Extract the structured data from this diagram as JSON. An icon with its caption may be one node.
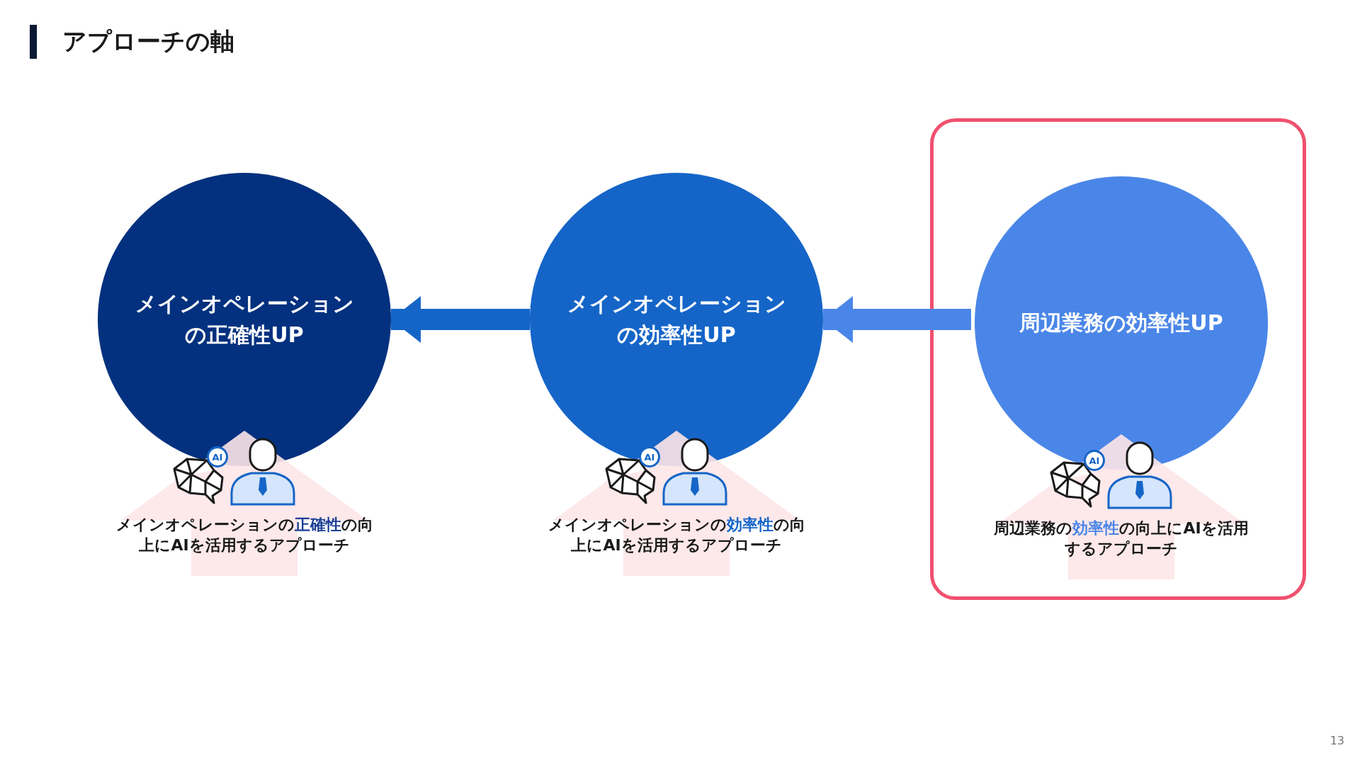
{
  "diagram": {
    "title": "アプローチの軸",
    "nodes": [
      {
        "text": [
          "メインオペレーションの正確性UP"
        ],
        "beside": [
          "メインオペレーションの**正確性**の向上にAIを活用するアプローチ"
        ]
      },
      {
        "text": [
          "メインオペレーションの効率性UP"
        ],
        "beside": [
          "メインオペレーションの**効率性**の向上にAIを活用するアプローチ"
        ]
      },
      {
        "text": [],
        "shape": "box"
      },
      {
        "text": [
          "周辺業務の効率性UP"
        ],
        "in": 2,
        "beside": [
          "周辺業務の**効率性**の向上にAIを活用するアプローチ"
        ]
      }
    ],
    "edges": [
      {
        "from": 1,
        "to": 0,
        "arrow": "to",
        "color": "#1565c8"
      },
      {
        "from": 3,
        "to": 1,
        "arrow": "to",
        "color": "#4a86e8"
      }
    ],
    "labels": [
      "AI",
      "AI",
      "AI",
      "13"
    ]
  }
}
